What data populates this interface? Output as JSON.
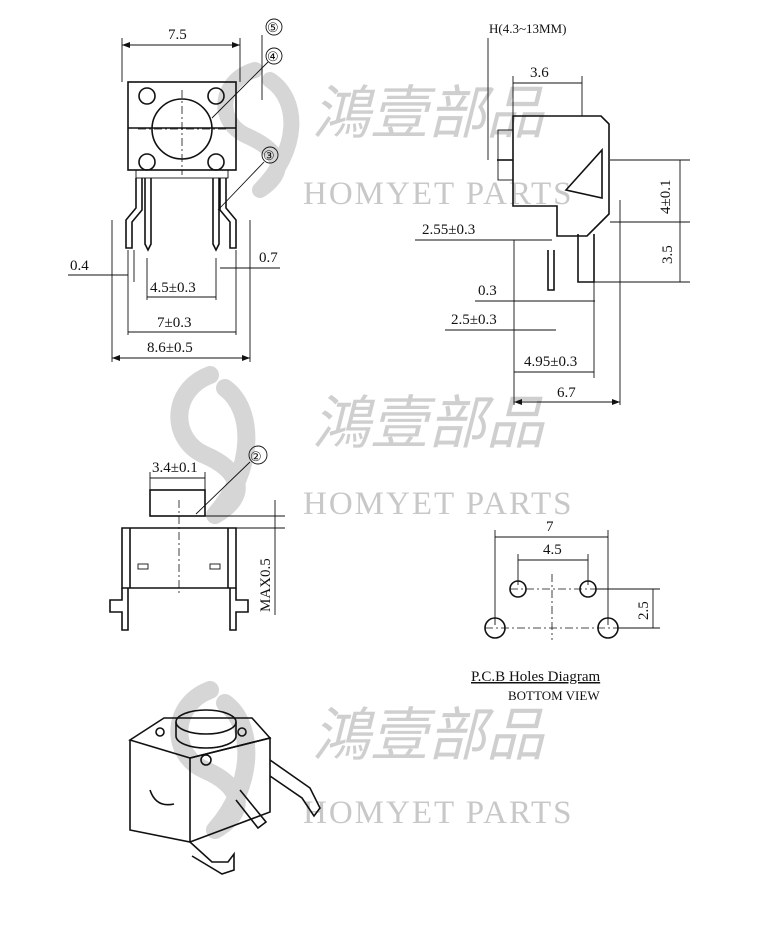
{
  "top_view": {
    "dim_width": "7.5",
    "callout_5": "⑤",
    "callout_4": "④",
    "callout_3": "③",
    "dim_lead_width": "0.4",
    "dim_lead_thick": "0.7",
    "dim_pin_pitch": "4.5±0.3",
    "dim_outer_pitch": "7±0.3",
    "dim_total_width": "8.6±0.5"
  },
  "side_view": {
    "height_label": "H(4.3~13MM)",
    "dim_top": "3.6",
    "dim_height": "4±0.1",
    "dim_leg": "3.5",
    "dim_a": "2.55±0.3",
    "dim_b": "0.3",
    "dim_c": "2.5±0.3",
    "dim_d": "4.95±0.3",
    "dim_e": "6.7"
  },
  "front_view": {
    "callout_2": "②",
    "dim_actuator": "3.4±0.1",
    "dim_max": "MAX0.5"
  },
  "pcb": {
    "dim_outer": "7",
    "dim_inner": "4.5",
    "dim_vertical": "2.5",
    "title": "P.C.B Holes Diagram",
    "subtitle": "BOTTOM VIEW"
  },
  "watermark": {
    "cjk": "鴻壹部品",
    "en": "HOMYET PARTS"
  }
}
